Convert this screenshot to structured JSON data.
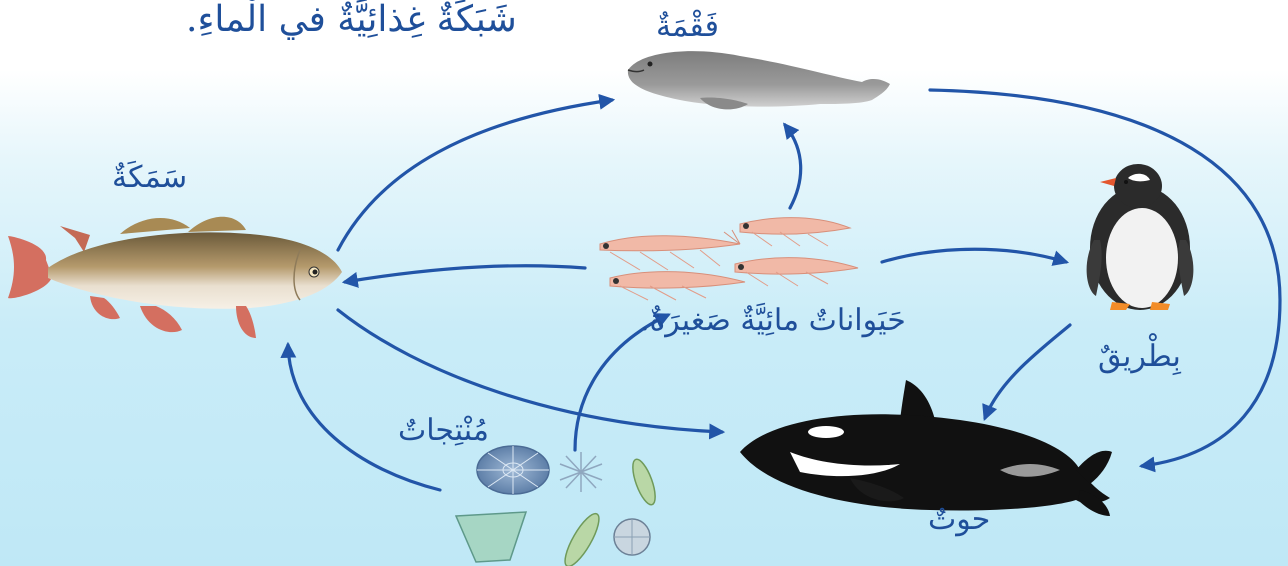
{
  "title": "شَبَكَةٌ غِذائِيَّةٌ في الْماءِ.",
  "organisms": {
    "seal": "فَقْمَةٌ",
    "fish": "سَمَكَةٌ",
    "krill": "حَيَواناتٌ مائِيَّةٌ صَغيرَةٌ.",
    "penguin": "بِطْريقٌ",
    "producers": "مُنْتِجاتٌ",
    "whale": "حوتٌ"
  },
  "arrows": [
    {
      "from": "producers",
      "to": "fish"
    },
    {
      "from": "producers",
      "to": "krill"
    },
    {
      "from": "krill",
      "to": "fish"
    },
    {
      "from": "krill",
      "to": "seal"
    },
    {
      "from": "krill",
      "to": "penguin"
    },
    {
      "from": "fish",
      "to": "seal"
    },
    {
      "from": "fish",
      "to": "whale"
    },
    {
      "from": "penguin",
      "to": "whale"
    },
    {
      "from": "seal",
      "to": "whale"
    }
  ],
  "colors": {
    "label_text": "#1f4f9a",
    "arrow": "#2255a8",
    "water_top": "#ffffff",
    "water_bottom": "#bfe8f6"
  }
}
